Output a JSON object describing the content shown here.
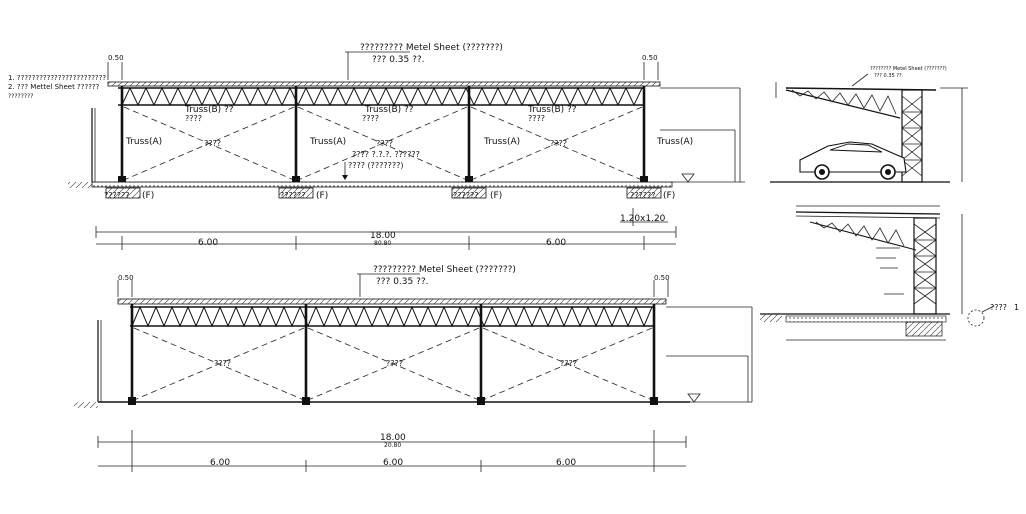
{
  "elevation_top": {
    "roof_note_1": "?????????  Metel Sheet (???????)",
    "roof_note_2": "??? 0.35 ??.",
    "corner_dim_left": "0.50",
    "corner_dim_right": "0.50",
    "notes": [
      "1. ????????????????????????",
      "2. ??? Mettel Sheet ??????",
      "????????"
    ],
    "truss_a_label": "Truss(A)",
    "truss_b_label": "Truss(B) ??",
    "bay_label": "????",
    "mid_note_1": "???? ?.?.?. ??????",
    "mid_note_2": "???? (???????)",
    "footing_label": "??????",
    "footing_tag": "(F)",
    "footing_size": "1.20x1.20",
    "total_dim": "18.00",
    "total_sub": "80.80",
    "bay_dims": [
      "6.00",
      "6.00"
    ]
  },
  "elevation_bottom": {
    "roof_note_1": "?????????  Metel Sheet (???????)",
    "roof_note_2": "??? 0.35 ??.",
    "corner_dim_left": "0.50",
    "corner_dim_right": "0.50",
    "bay_label": "????",
    "total_dim": "18.00",
    "total_sub": "20.80",
    "bay_dims": [
      "6.00",
      "6.00",
      "6.00"
    ]
  },
  "section_right_top": {
    "note_1": "????????  Metel Sheet (???????)",
    "note_2": "??? 0.35 ??."
  },
  "section_right_bottom": {
    "callout": "????",
    "callout_num": "1"
  }
}
